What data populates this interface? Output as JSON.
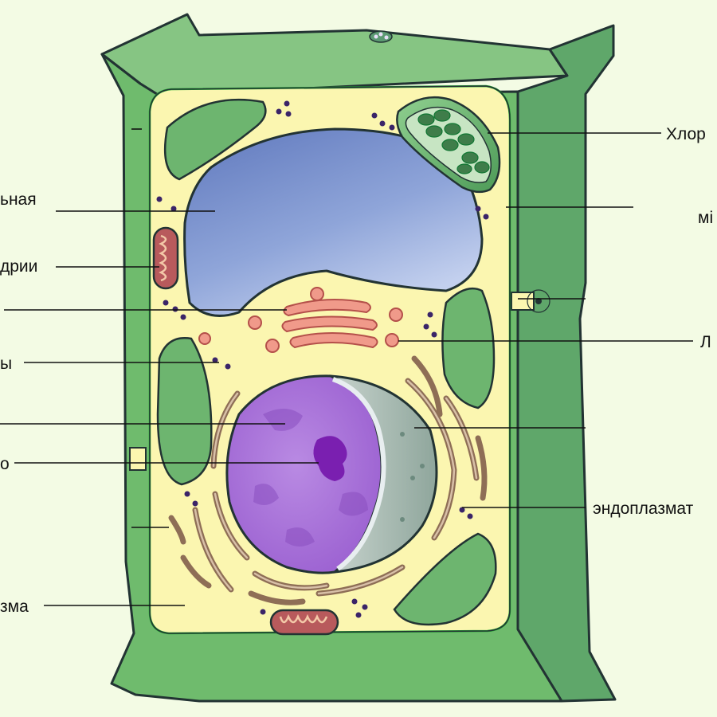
{
  "labels": {
    "chloroplast": "Хлор",
    "vacuole": "ьная",
    "mitochondria": "дрии",
    "ribosomes": "ы",
    "nucleolus": "о",
    "endoplasmic_reticulum": "эндоплазмат",
    "cytoplasm": "зма",
    "membrane": "мі",
    "lysosome": "Л"
  },
  "colors": {
    "background": "#f3fbe4",
    "cell_wall": "#6cb86a",
    "cytoplasm": "#fbf6b0",
    "vacuole": "#6d86c4",
    "nucleus": "#a873d6",
    "chloroplast": "#62ad67",
    "mitochondria": "#b85a5c",
    "golgi": "#f09a8a",
    "reticulum": "#b99a82",
    "ribosome": "#3a2468",
    "lysosome": "#f4a760"
  }
}
